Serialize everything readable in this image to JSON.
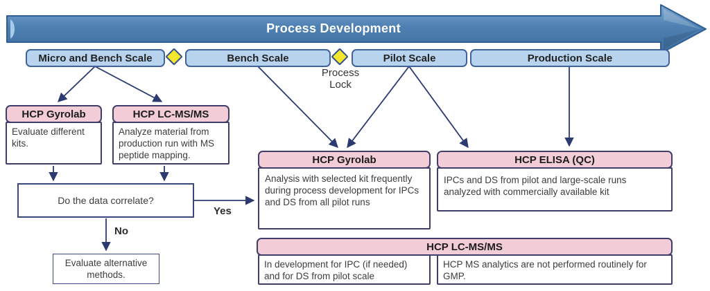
{
  "banner": {
    "title": "Process Development"
  },
  "timeline": {
    "scales": [
      {
        "label": "Micro and Bench Scale"
      },
      {
        "label": "Bench Scale"
      },
      {
        "label": "Pilot Scale"
      },
      {
        "label": "Production Scale"
      }
    ],
    "process_lock_label": "Process Lock"
  },
  "panels": {
    "gyrolab_early": {
      "title": "HCP Gyrolab",
      "body": "Evaluate different kits."
    },
    "lcms_early": {
      "title": "HCP LC-MS/MS",
      "body": "Analyze material from production run with MS peptide mapping."
    },
    "gyrolab_dev": {
      "title": "HCP Gyrolab",
      "body": "Analysis with selected kit frequently during process development for IPCs and DS from all pilot runs"
    },
    "elisa_qc": {
      "title": "HCP ELISA (QC)",
      "body": "IPCs and DS from pilot and large-scale runs analyzed with commercially available kit"
    },
    "lcms_late": {
      "title": "HCP LC-MS/MS",
      "body_left": "In development for IPC (if needed) and for DS from pilot scale",
      "body_right": "HCP MS analytics are not performed routinely for GMP."
    }
  },
  "decision": {
    "question": "Do the data correlate?",
    "yes_label": "Yes",
    "no_label": "No",
    "no_result": "Evaluate alternative methods."
  },
  "colors": {
    "arrow_blue": "#4b7db1",
    "scale_fill": "#b7d3ee",
    "scale_border": "#41629b",
    "diamond_yellow": "#f3e72e",
    "header_pink": "#f2ccd6",
    "box_border": "#3f3e6a",
    "connector_navy": "#2b3a70"
  }
}
